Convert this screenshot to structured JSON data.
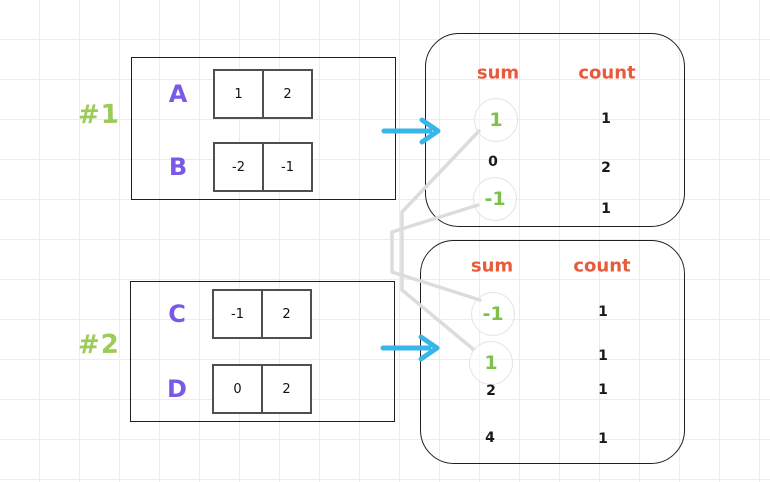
{
  "title": "pair-sum frequency diagram",
  "colors": {
    "label_green": "#9ccb58",
    "array_name_purple": "#7a59e6",
    "header_orange": "#e85a3c",
    "highlight_green": "#7dc14c",
    "arrow_cyan": "#38b6e8",
    "connector_gray": "#dcdcdc",
    "box_ink": "#1f1f1f",
    "cell_border_gray": "#4f4f4f",
    "grid_line": "#ececec"
  },
  "icons": {
    "flow_arrow": "right-arrow"
  },
  "examples": [
    {
      "label": "#1",
      "arrays": [
        {
          "name": "A",
          "cells": [
            "1",
            "2"
          ]
        },
        {
          "name": "B",
          "cells": [
            "-2",
            "-1"
          ]
        }
      ],
      "result": {
        "sum_header": "sum",
        "count_header": "count",
        "rows": [
          {
            "sum": "1",
            "count": "1",
            "highlighted": true
          },
          {
            "sum": "0",
            "count": "2",
            "highlighted": false
          },
          {
            "sum": "-1",
            "count": "1",
            "highlighted": true
          }
        ]
      }
    },
    {
      "label": "#2",
      "arrays": [
        {
          "name": "C",
          "cells": [
            "-1",
            "2"
          ]
        },
        {
          "name": "D",
          "cells": [
            "0",
            "2"
          ]
        }
      ],
      "result": {
        "sum_header": "sum",
        "count_header": "count",
        "rows": [
          {
            "sum": "-1",
            "count": "1",
            "highlighted": true
          },
          {
            "sum": "1",
            "count": "1",
            "highlighted": true
          },
          {
            "sum": "2",
            "count": "1",
            "highlighted": false
          },
          {
            "sum": "4",
            "count": "1",
            "highlighted": false
          }
        ]
      }
    }
  ],
  "connectors": [
    {
      "from": "example #1 sum 1",
      "to": "example #2 sum 1"
    },
    {
      "from": "example #1 sum -1",
      "to": "example #2 sum -1"
    }
  ]
}
